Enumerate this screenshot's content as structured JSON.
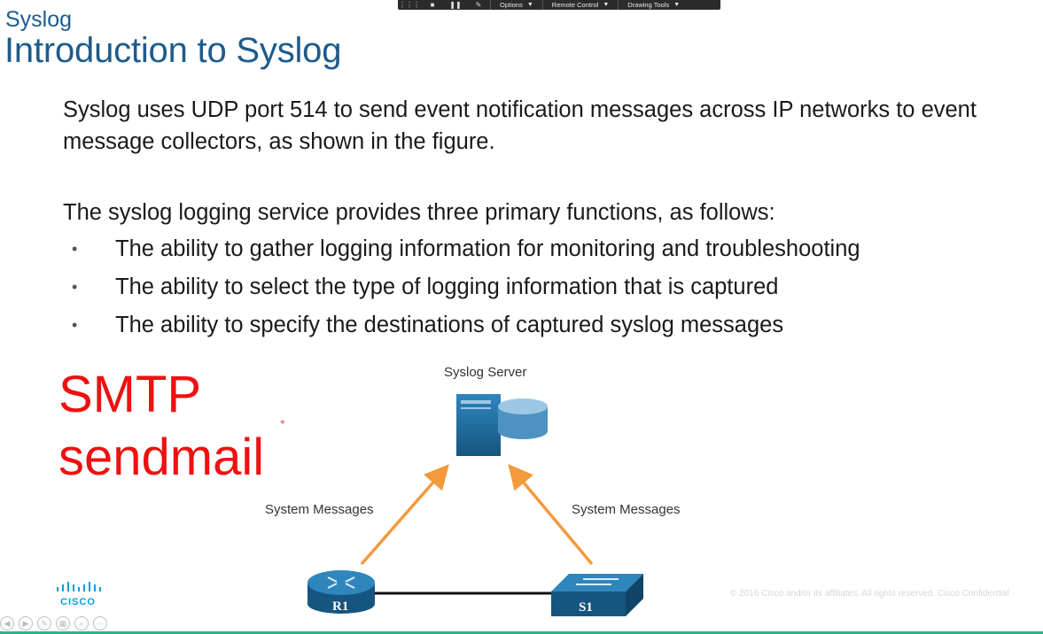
{
  "toolbar": {
    "icons": [
      "grid-icon",
      "stop-icon",
      "pause-icon",
      "pen-icon"
    ],
    "menus": [
      "Options",
      "Remote Control",
      "Drawing Tools"
    ]
  },
  "slide": {
    "section": "Syslog",
    "title": "Introduction to Syslog",
    "intro": "Syslog uses UDP port 514 to send event notification messages across IP networks to event message collectors, as shown in the figure.",
    "lead": "The syslog logging service provides three primary functions, as follows:",
    "bullets": [
      "The ability to gather logging information for monitoring and troubleshooting",
      "The ability to select the type of logging information that is captured",
      "The ability to specify the destinations of captured syslog messages"
    ],
    "bullet_glyph": "•"
  },
  "annotation": {
    "line1": "SMTP",
    "line2": "sendmail",
    "marker": "+",
    "color": "#ee1111"
  },
  "diagram": {
    "server_label": "Syslog Server",
    "left_arrow_label": "System Messages",
    "right_arrow_label": "System Messages",
    "router_label": "R1",
    "switch_label": "S1",
    "arrow_color": "#f39a3c",
    "device_color": "#1f6fa0"
  },
  "footer": {
    "logo_text": "CISCO",
    "copyright": "© 2016  Cisco and/or its affiliates. All rights reserved.   Cisco Confidential"
  },
  "colors": {
    "title": "#1e5b8c",
    "accent_line": "#2db38a"
  }
}
